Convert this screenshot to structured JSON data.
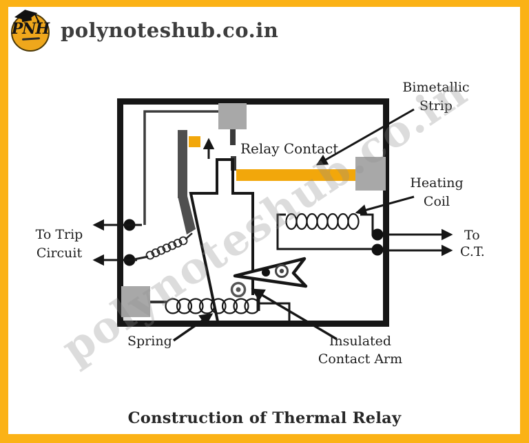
{
  "header": {
    "site": "polynoteshub.co.in",
    "logo_acronym": "PNH"
  },
  "diagram": {
    "labels": {
      "bimetallic_strip": "Bimetallic Strip",
      "relay_contact": "Relay Contact",
      "heating_coil": "Heating Coil",
      "to_trip_circuit": "To Trip Circuit",
      "to": "To",
      "ct": "C.T.",
      "spring": "Spring",
      "insulated_contact_arm": "Insulated Contact Arm"
    },
    "watermark": "polynoteshub.co.in",
    "caption": "Construction of Thermal Relay",
    "colors": {
      "frame_orange": "#FBB216",
      "strip_orange": "#F2A70B",
      "gray_block": "#A8A8A8",
      "dark_bar": "#4F4F4F",
      "line_black": "#161616"
    }
  }
}
